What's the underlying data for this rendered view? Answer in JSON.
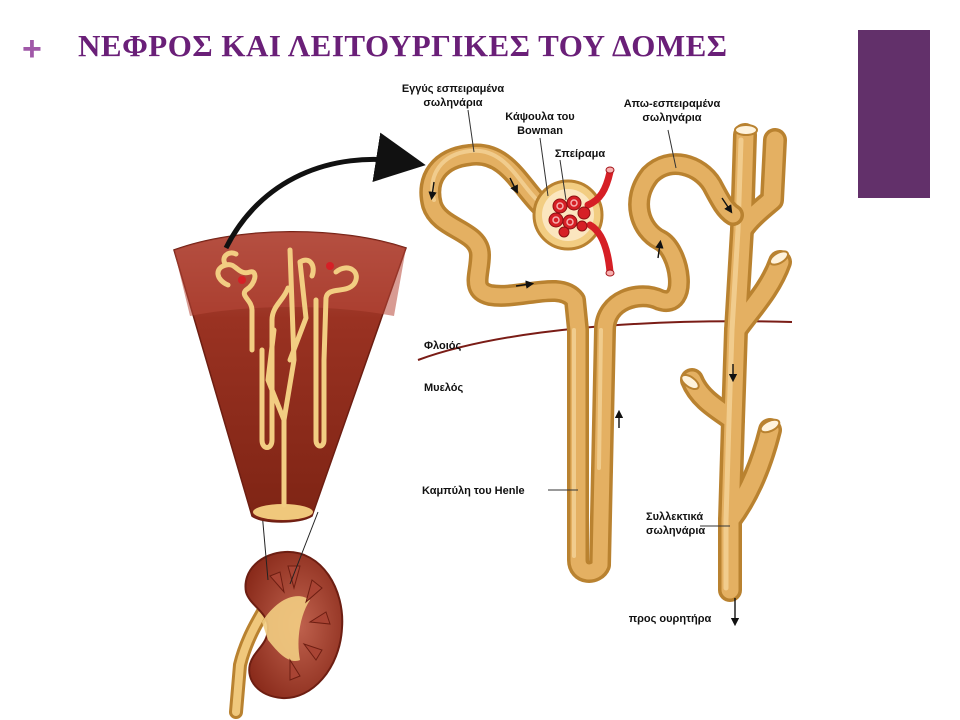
{
  "slide": {
    "title": "ΝΕΦΡΟΣ ΚΑΙ ΛΕΙΤΟΥΡΓΙΚΕΣ ΤΟΥ ΔΟΜΕΣ",
    "bullet_glyph": "+"
  },
  "colors": {
    "title": "#6a1f78",
    "accent_box": "#62306a",
    "tubule": "#e0aa55",
    "tubule_dark": "#b98230",
    "blood": "#d61f26",
    "tissue": "#8d2a1c",
    "boundary": "#7a1c16"
  },
  "labels": {
    "proximal_l1": "Εγγύς εσπειραμένα",
    "proximal_l2": "σωληνάρια",
    "bowman_l1": "Κάψουλα του",
    "bowman_l2": "Bowman",
    "glomerulus": "Σπείραμα",
    "distal_l1": "Απω-εσπειραμένα",
    "distal_l2": "σωληνάρια",
    "cortex": "Φλοιός",
    "medulla": "Μυελός",
    "henle": "Καμπύλη του Henle",
    "collecting_l1": "Συλλεκτικά",
    "collecting_l2": "σωληνάρια",
    "to_ureter": "προς ουρητήρα"
  }
}
